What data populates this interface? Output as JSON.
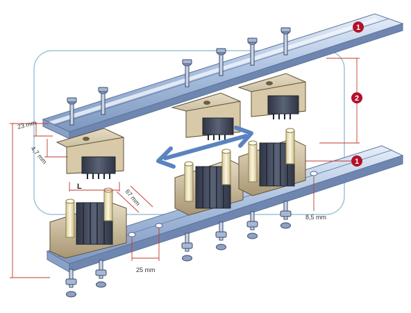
{
  "dimensions": {
    "height_23": "23 mm",
    "height_47": "4,7 mm",
    "length_L": "L",
    "width_67": "67 mm",
    "hole_spacing": "25 mm",
    "hole_diameter": "8,5 mm"
  },
  "callouts": {
    "rail_top": "1",
    "rail_bottom": "1",
    "spacing": "2"
  },
  "colors": {
    "callout_red": "#b3102a",
    "arrow_blue": "#5b83c0",
    "rail_blue": "#9fb7d9",
    "frame_blue": "#9cc4dc",
    "dim_red": "#c0392b",
    "bracket_tan": "#cdbb97",
    "heatsink_dark": "#3d4454",
    "standoff_cream": "#efe5bf"
  },
  "icons": {
    "move_arrow": "double-arrow-icon"
  }
}
